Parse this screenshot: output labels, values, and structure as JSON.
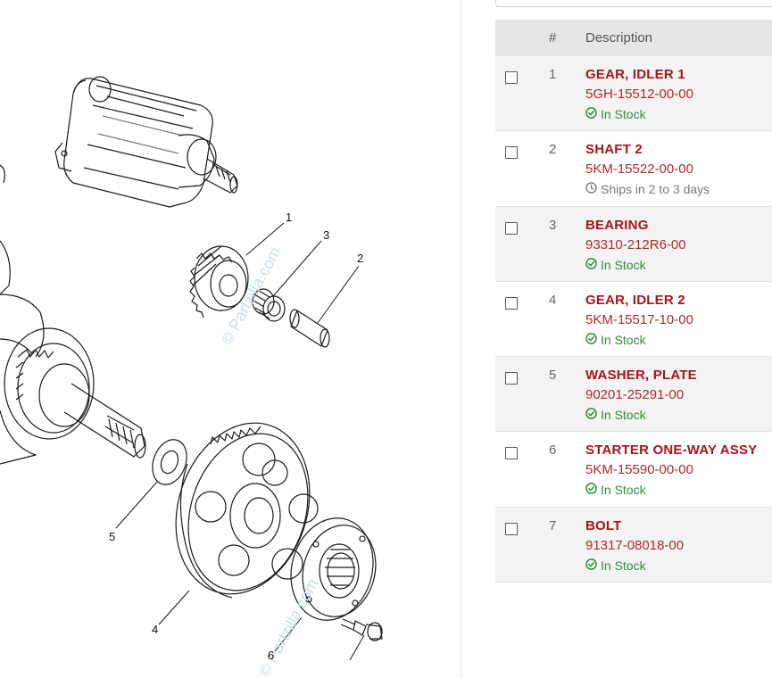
{
  "diagram": {
    "callouts": [
      "1",
      "2",
      "3",
      "4",
      "5",
      "6"
    ],
    "watermark": "© Partzilla.com"
  },
  "table": {
    "headers": {
      "num": "#",
      "description": "Description"
    },
    "rows": [
      {
        "num": "1",
        "name": "GEAR, IDLER 1",
        "part_number": "5GH-15512-00-00",
        "availability": "In Stock",
        "status": "in-stock"
      },
      {
        "num": "2",
        "name": "SHAFT 2",
        "part_number": "5KM-15522-00-00",
        "availability": "Ships in 2 to 3 days",
        "status": "ships"
      },
      {
        "num": "3",
        "name": "BEARING",
        "part_number": "93310-212R6-00",
        "availability": "In Stock",
        "status": "in-stock"
      },
      {
        "num": "4",
        "name": "GEAR, IDLER 2",
        "part_number": "5KM-15517-10-00",
        "availability": "In Stock",
        "status": "in-stock"
      },
      {
        "num": "5",
        "name": "WASHER, PLATE",
        "part_number": "90201-25291-00",
        "availability": "In Stock",
        "status": "in-stock"
      },
      {
        "num": "6",
        "name": "STARTER ONE-WAY ASSY",
        "part_number": "5KM-15590-00-00",
        "availability": "In Stock",
        "status": "in-stock"
      },
      {
        "num": "7",
        "name": "BOLT",
        "part_number": "91317-08018-00",
        "availability": "In Stock",
        "status": "in-stock"
      }
    ]
  },
  "colors": {
    "part_name": "#a4161a",
    "in_stock": "#2c8f3a",
    "ships": "#7a7a7a",
    "header_bg": "#e6e6e6"
  }
}
